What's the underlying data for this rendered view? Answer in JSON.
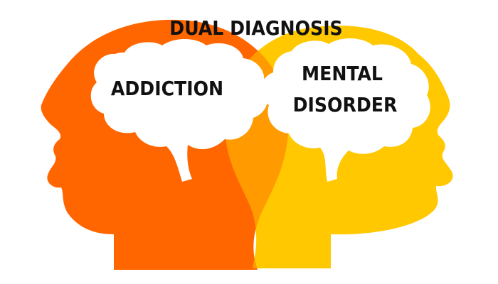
{
  "diagram": {
    "title": "DUAL DIAGNOSIS",
    "left_head": {
      "label": "ADDICTION",
      "color": "#FF6600"
    },
    "right_head": {
      "label_line1": "MENTAL",
      "label_line2": "DISORDER",
      "color": "#FFC800"
    },
    "overlap_color": "#FF9A00",
    "brain_color": "#FFFFFF",
    "text_color": "#111111"
  }
}
